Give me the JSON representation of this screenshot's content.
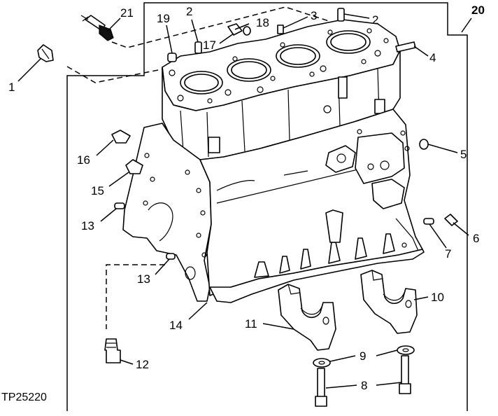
{
  "figure_id": "TP25220",
  "callouts": [
    {
      "id": "c21",
      "label": "21",
      "bold": false
    },
    {
      "id": "c20",
      "label": "20",
      "bold": true
    },
    {
      "id": "c19",
      "label": "19",
      "bold": false
    },
    {
      "id": "c2a",
      "label": "2",
      "bold": false
    },
    {
      "id": "c18",
      "label": "18",
      "bold": false
    },
    {
      "id": "c17",
      "label": "17",
      "bold": false
    },
    {
      "id": "c3",
      "label": "3",
      "bold": false
    },
    {
      "id": "c2b",
      "label": "2",
      "bold": false
    },
    {
      "id": "c4",
      "label": "4",
      "bold": false
    },
    {
      "id": "c1",
      "label": "1",
      "bold": false
    },
    {
      "id": "c5",
      "label": "5",
      "bold": false
    },
    {
      "id": "c16",
      "label": "16",
      "bold": false
    },
    {
      "id": "c15",
      "label": "15",
      "bold": false
    },
    {
      "id": "c13a",
      "label": "13",
      "bold": false
    },
    {
      "id": "c6",
      "label": "6",
      "bold": false
    },
    {
      "id": "c7",
      "label": "7",
      "bold": false
    },
    {
      "id": "c13b",
      "label": "13",
      "bold": false
    },
    {
      "id": "c10",
      "label": "10",
      "bold": false
    },
    {
      "id": "c14",
      "label": "14",
      "bold": false
    },
    {
      "id": "c11",
      "label": "11",
      "bold": false
    },
    {
      "id": "c9",
      "label": "9",
      "bold": false
    },
    {
      "id": "c12",
      "label": "12",
      "bold": false
    },
    {
      "id": "c8",
      "label": "8",
      "bold": false
    }
  ]
}
